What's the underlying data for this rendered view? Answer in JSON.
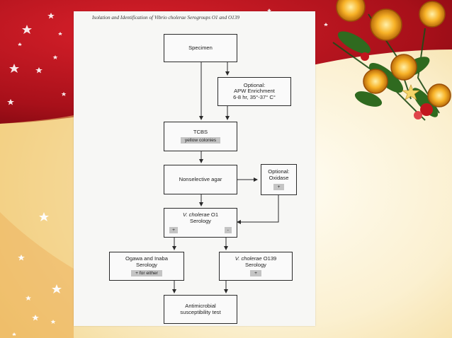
{
  "title": "Isolation and Identification of Vibrio cholerae Serogroups O1 and O139",
  "nodes": {
    "specimen": "Specimen",
    "apw": {
      "line1": "Optional:",
      "line2": "APW Enrichment",
      "line3": "6-8 hr, 35°-37° C°"
    },
    "tcbs": {
      "label": "TCBS",
      "chip": "yellow colonies"
    },
    "nonselective": "Nonselective agar",
    "oxidase": {
      "line1": "Optional:",
      "line2": "Oxidase",
      "chip": "+"
    },
    "o1": {
      "line1_italic": "V. cholerae",
      "line1_rest": " O1",
      "line2": "Serology",
      "chip_pos": "+",
      "chip_neg": "-"
    },
    "ogawa": {
      "line1": "Ogawa and Inaba",
      "line2": "Serology",
      "chip": "+  for either"
    },
    "o139": {
      "line1_italic": "V. cholerae",
      "line1_rest": " O139",
      "line2": "Serology",
      "chip": "+"
    },
    "antimicrobial": {
      "line1": "Antimicrobial",
      "line2": "susceptibility test"
    }
  }
}
